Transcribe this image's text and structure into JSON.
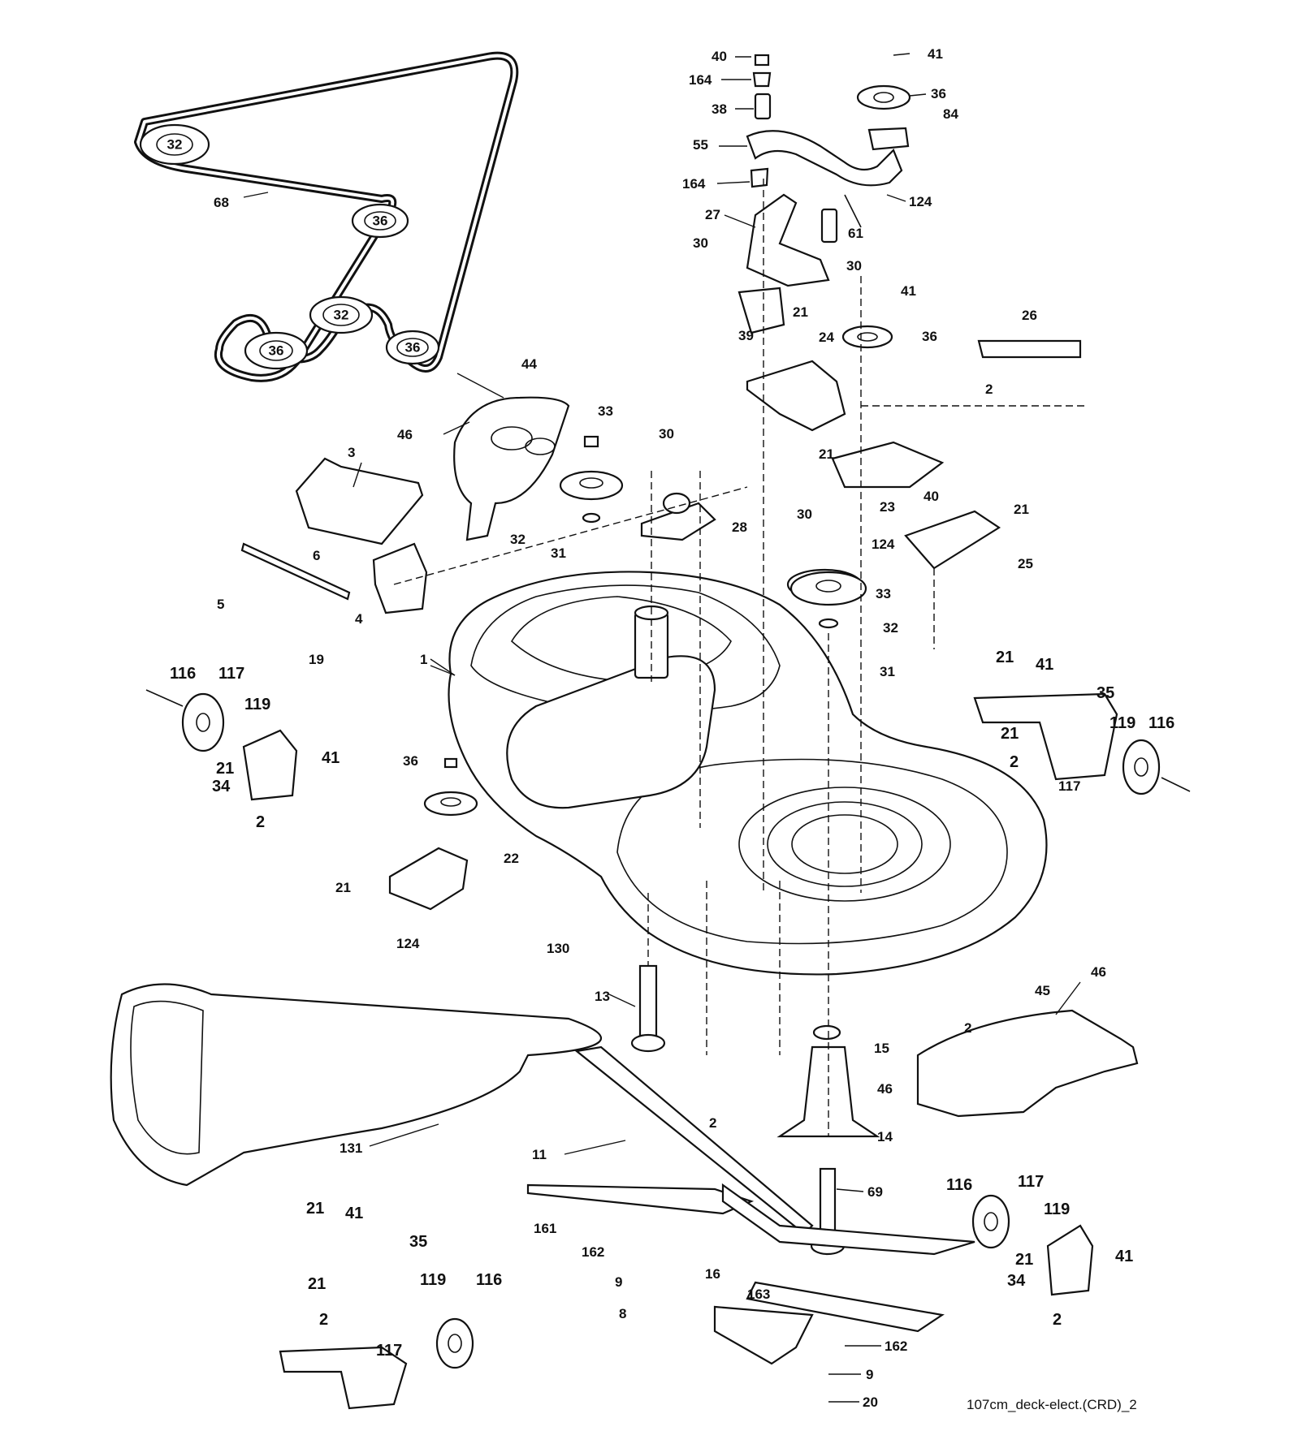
{
  "caption": "107cm_deck-elect.(CRD)_2",
  "belt_pulley_labels": [
    "32",
    "36",
    "36",
    "32",
    "36"
  ],
  "belt_label": "68",
  "callouts": [
    "40",
    "41",
    "164",
    "36",
    "38",
    "84",
    "55",
    "164",
    "124",
    "61",
    "27",
    "30",
    "30",
    "41",
    "39",
    "21",
    "36",
    "24",
    "26",
    "2",
    "44",
    "33",
    "30",
    "46",
    "3",
    "21",
    "23",
    "40",
    "21",
    "25",
    "32",
    "31",
    "28",
    "30",
    "124",
    "6",
    "5",
    "4",
    "19",
    "1",
    "33",
    "32",
    "31",
    "21",
    "41",
    "116",
    "117",
    "119",
    "35",
    "21",
    "119",
    "116",
    "21",
    "41",
    "34",
    "2",
    "2",
    "117",
    "36",
    "22",
    "21",
    "124",
    "130",
    "13",
    "46",
    "45",
    "15",
    "2",
    "46",
    "131",
    "2",
    "14",
    "11",
    "69",
    "161",
    "162",
    "9",
    "8",
    "16",
    "116",
    "117",
    "119",
    "21",
    "41",
    "34",
    "2",
    "163",
    "21",
    "41",
    "35",
    "21",
    "119",
    "116",
    "2",
    "117",
    "162",
    "9",
    "20"
  ]
}
